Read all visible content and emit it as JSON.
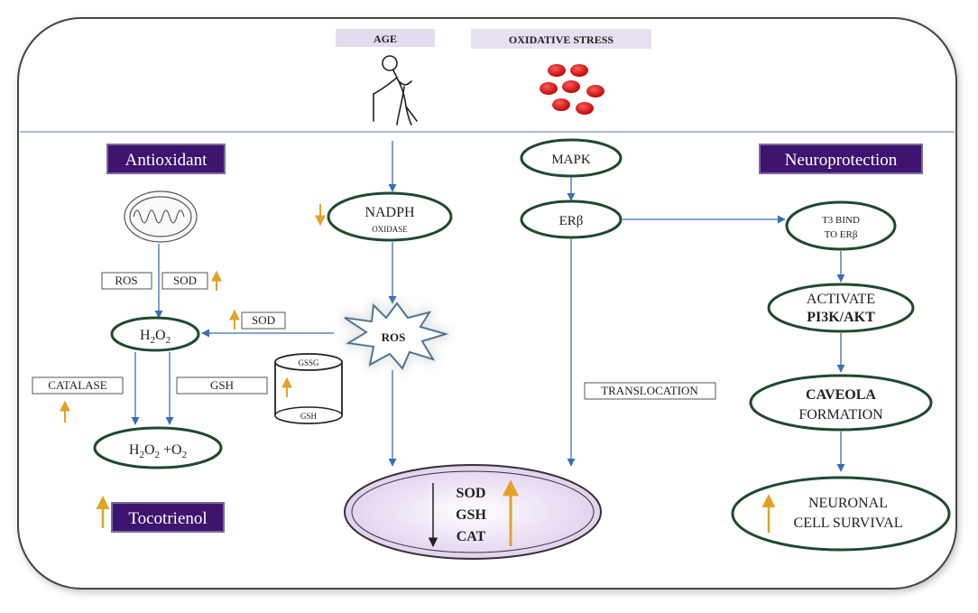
{
  "top": {
    "age_label": "AGE",
    "oxidative_stress_label": "OXIDATIVE STRESS"
  },
  "headers": {
    "antioxidant": "Antioxidant",
    "neuroprotection": "Neuroprotection",
    "tocotrienol": "Tocotrienol"
  },
  "left": {
    "ros_box": "ROS",
    "sod_box": "SOD",
    "h2o2": "H",
    "h2o2_sub1": "2",
    "h2o2_mid": "O",
    "h2o2_sub2": "2",
    "sod_box2": "SOD",
    "catalase_box": "CATALASE",
    "gsh_box": "GSH",
    "gssg": "GSSG",
    "gsh_cyl": "GSH",
    "product_h": "H",
    "product_sub1": "2",
    "product_o": "O",
    "product_sub2": "2",
    "product_plus": " +O",
    "product_sub3": "2"
  },
  "center": {
    "nadph_line1": "NADPH",
    "nadph_line2": "OXIDASE",
    "ros_burst": "ROS",
    "enzymes": [
      "SOD",
      "GSH",
      "CAT"
    ]
  },
  "mapk_col": {
    "mapk": "MAPK",
    "erb": "ERβ",
    "translocation": "TRANSLOCATION"
  },
  "right": {
    "t3_line1": "T3 BIND",
    "t3_line2": "TO ERβ",
    "activate_line1": "ACTIVATE",
    "activate_line2": "PI3K/AKT",
    "caveola_line1": "CAVEOLA",
    "caveola_line2": "FORMATION",
    "neuronal_line1": "NEURONAL",
    "neuronal_line2": "CELL SURVIVAL"
  },
  "colors": {
    "ellipse_stroke": "#1f4a2b",
    "header_fill": "#3d1470",
    "arrow": "#3a6fb5",
    "up_arrow": "#e0a326",
    "red_cells": "#d11010",
    "nucleus_fill": "#eadcf2",
    "label_fill": "#e6e0f0"
  }
}
